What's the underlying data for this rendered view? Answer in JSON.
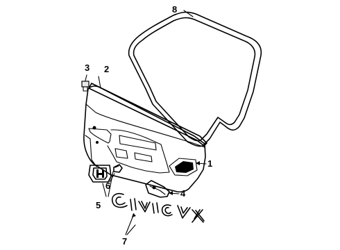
{
  "callouts": [
    {
      "id": "1",
      "label": "1"
    },
    {
      "id": "2",
      "label": "2"
    },
    {
      "id": "3",
      "label": "3"
    },
    {
      "id": "4",
      "label": "4"
    },
    {
      "id": "5",
      "label": "5"
    },
    {
      "id": "6",
      "label": "6"
    },
    {
      "id": "7",
      "label": "7"
    },
    {
      "id": "8",
      "label": "8"
    }
  ],
  "emblem_text": "Civic VX"
}
